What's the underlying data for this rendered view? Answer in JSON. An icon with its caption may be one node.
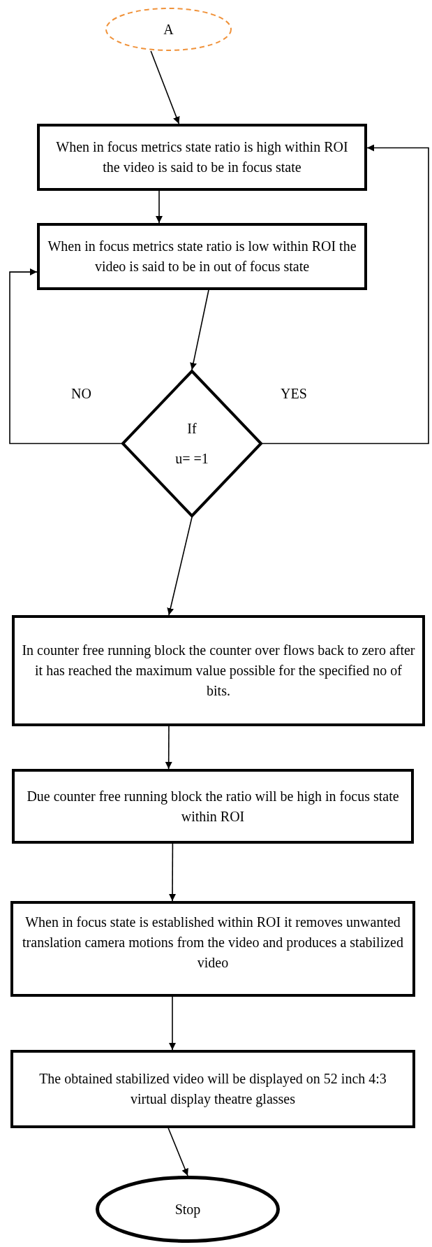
{
  "diagram": {
    "nodes": [
      {
        "text": [
          "A"
        ]
      },
      {
        "text": [
          "When in focus metrics state ratio is high within ROI the video is said to be in focus state"
        ]
      },
      {
        "text": [
          "When in focus metrics state ratio is low within ROI the video is said to be in out of focus state"
        ]
      },
      {
        "text": [
          "If",
          "u= =1"
        ]
      },
      {
        "text": [
          "In counter free running block the counter over flows back to zero after it has reached the maximum value possible for the specified no of bits."
        ]
      },
      {
        "text": [
          "Due counter free running block the ratio will be high in focus state within ROI"
        ]
      },
      {
        "text": [
          "When in focus state is established within ROI it removes unwanted translation camera motions from the video and produces a stabilized video"
        ]
      },
      {
        "text": [
          "The obtained stabilized video will be displayed on 52 inch 4:3 virtual display theatre glasses"
        ]
      },
      {
        "text": [
          "Stop"
        ]
      }
    ],
    "edges": [
      {
        "from": 0,
        "to": 1,
        "arrow": "to"
      },
      {
        "from": 1,
        "to": 2,
        "arrow": "to"
      },
      {
        "from": 2,
        "to": 3,
        "arrow": "to"
      },
      {
        "from": 3,
        "to": 2,
        "arrow": "to",
        "label": "NO"
      },
      {
        "from": 3,
        "to": 1,
        "arrow": "to",
        "label": "YES"
      },
      {
        "from": 3,
        "to": 4,
        "arrow": "to"
      },
      {
        "from": 4,
        "to": 5,
        "arrow": "to"
      },
      {
        "from": 5,
        "to": 6,
        "arrow": "to"
      },
      {
        "from": 6,
        "to": 7,
        "arrow": "to"
      },
      {
        "from": 7,
        "to": 8,
        "arrow": "to"
      }
    ]
  }
}
